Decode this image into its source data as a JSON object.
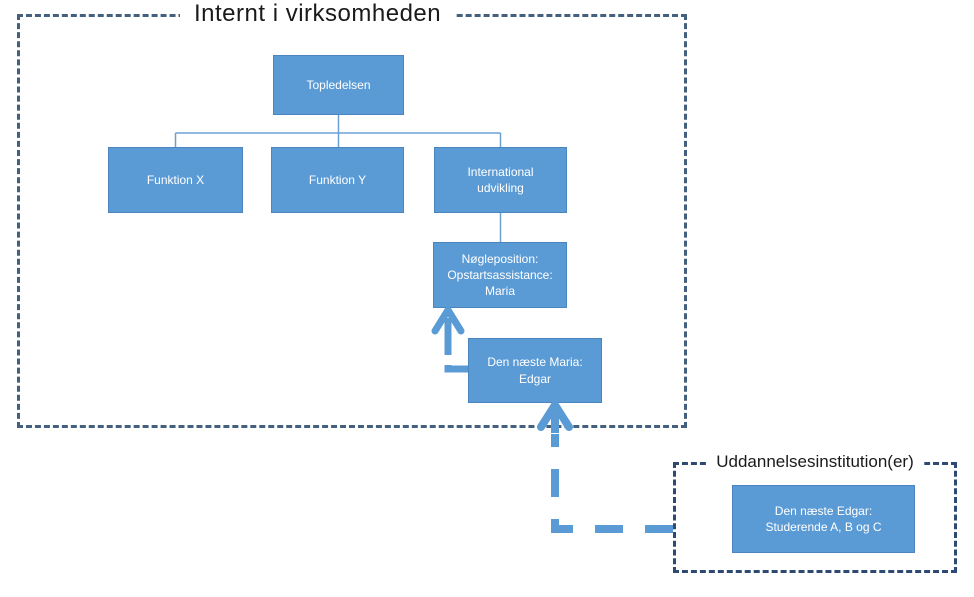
{
  "internal_container": {
    "title": "Internt i virksomheden"
  },
  "external_container": {
    "title": "Uddannelsesinstitution(er)"
  },
  "nodes": {
    "topledelsen": {
      "label": "Topledelsen"
    },
    "funktion_x": {
      "label": "Funktion X"
    },
    "funktion_y": {
      "label": "Funktion Y"
    },
    "international_udvikling": {
      "label": "International udvikling"
    },
    "noegleposition": {
      "line1": "Nøgleposition:",
      "line2": "Opstartsassistance:",
      "line3": "Maria"
    },
    "den_naeste_maria": {
      "line1": "Den næste Maria:",
      "line2": "Edgar"
    },
    "den_naeste_edgar": {
      "line1": "Den næste Edgar:",
      "line2": "Studerende A, B og C"
    }
  },
  "edges": [
    {
      "from": "Topledelsen",
      "to": "Funktion X",
      "style": "solid-line"
    },
    {
      "from": "Topledelsen",
      "to": "Funktion Y",
      "style": "solid-line"
    },
    {
      "from": "Topledelsen",
      "to": "International udvikling",
      "style": "solid-line"
    },
    {
      "from": "International udvikling",
      "to": "Nøgleposition: Opstartsassistance: Maria",
      "style": "solid-line"
    },
    {
      "from": "Den næste Maria: Edgar",
      "to": "Nøgleposition: Opstartsassistance: Maria",
      "style": "thick-dashed-arrow-up"
    },
    {
      "from": "Den næste Edgar: Studerende A, B og C",
      "to": "Den næste Maria: Edgar",
      "style": "thick-dashed-arrow-up"
    }
  ],
  "colors": {
    "node_fill": "#5b9bd5",
    "node_border": "#4a85bd",
    "node_text": "#ffffff",
    "connector_line": "#6ba0d5",
    "arrow": "#5b9bd5",
    "internal_container_border": "#44607f",
    "external_container_border": "#2e4a73",
    "title_text": "#1a1a1a",
    "background": "#ffffff"
  }
}
